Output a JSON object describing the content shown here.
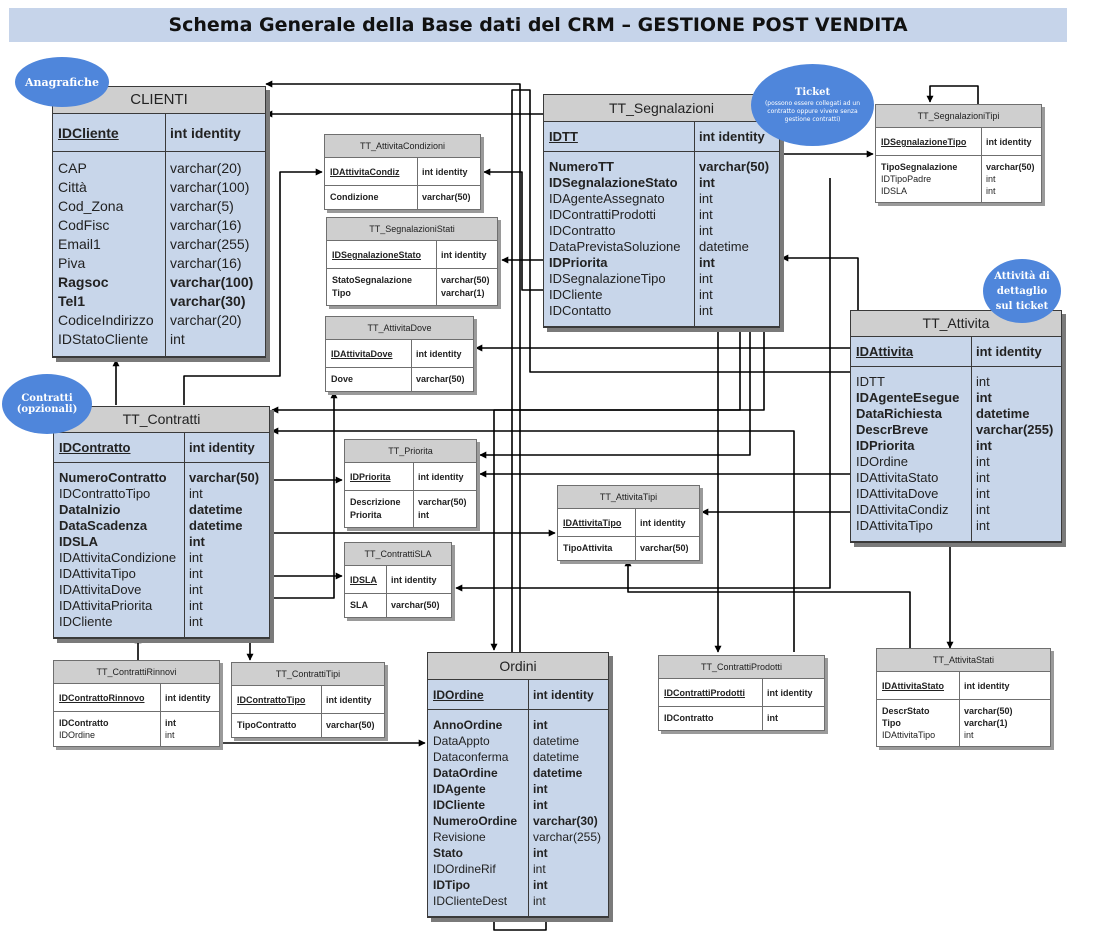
{
  "title": "Schema Generale della Base dati del CRM – GESTIONE POST VENDITA",
  "colors": {
    "title_band": "#c6d4ea",
    "main_table_fill": "#c8d6ea",
    "header_fill": "#cfcfcf",
    "bubble": "#4f86db"
  },
  "bubbles": {
    "anagrafiche": "Anagrafiche",
    "contratti": "Contratti (opzionali)",
    "ticket_title": "Ticket",
    "ticket_sub": "(possono essere collegati ad un contratto oppure vivere senza gestione contratti)",
    "attivita": "Attività di dettaglio sul ticket"
  },
  "tables": [
    {
      "id": "clienti",
      "name": "CLIENTI",
      "sections": [
        [
          [
            "IDCliente",
            "int identity",
            "pk"
          ]
        ],
        [
          [
            "CAP",
            "varchar(20)",
            ""
          ],
          [
            "Città",
            "varchar(100)",
            ""
          ],
          [
            "Cod_Zona",
            "varchar(5)",
            ""
          ],
          [
            "CodFisc",
            "varchar(16)",
            ""
          ],
          [
            "Email1",
            "varchar(255)",
            ""
          ],
          [
            "Piva",
            "varchar(16)",
            ""
          ],
          [
            "Ragsoc",
            "varchar(100)",
            "b"
          ],
          [
            "Tel1",
            "varchar(30)",
            "b"
          ],
          [
            "CodiceIndirizzo",
            "varchar(20)",
            ""
          ],
          [
            "IDStatoCliente",
            "int",
            ""
          ]
        ]
      ]
    },
    {
      "id": "contratti",
      "name": "TT_Contratti",
      "sections": [
        [
          [
            "IDContratto",
            "int identity",
            "pk"
          ]
        ],
        [
          [
            "NumeroContratto",
            "varchar(50)",
            "b"
          ],
          [
            "IDContrattoTipo",
            "int",
            ""
          ],
          [
            "DataInizio",
            "datetime",
            "b"
          ],
          [
            "DataScadenza",
            "datetime",
            "b"
          ],
          [
            "IDSLA",
            "int",
            "b"
          ],
          [
            "IDAttivitaCondizione",
            "int",
            ""
          ],
          [
            "IDAttivitaTipo",
            "int",
            ""
          ],
          [
            "IDAttivitaDove",
            "int",
            ""
          ],
          [
            "IDAttivitaPriorita",
            "int",
            ""
          ],
          [
            "IDCliente",
            "int",
            ""
          ]
        ]
      ]
    },
    {
      "id": "segnalazioni",
      "name": "TT_Segnalazioni",
      "sections": [
        [
          [
            "IDTT",
            "int identity",
            "pk"
          ]
        ],
        [
          [
            "NumeroTT",
            "varchar(50)",
            "b"
          ],
          [
            "IDSegnalazioneStato",
            "int",
            "b"
          ],
          [
            "IDAgenteAssegnato",
            "int",
            ""
          ],
          [
            "IDContrattiProdotti",
            "int",
            ""
          ],
          [
            "IDContratto",
            "int",
            ""
          ],
          [
            "DataPrevistaSoluzione",
            "datetime",
            ""
          ],
          [
            "IDPriorita",
            "int",
            "b"
          ],
          [
            "IDSegnalazioneTipo",
            "int",
            ""
          ],
          [
            "IDCliente",
            "int",
            ""
          ],
          [
            "IDContatto",
            "int",
            ""
          ]
        ]
      ]
    },
    {
      "id": "attivita",
      "name": "TT_Attivita",
      "sections": [
        [
          [
            "IDAttivita",
            "int identity",
            "pk"
          ]
        ],
        [
          [
            "IDTT",
            "int",
            ""
          ],
          [
            "IDAgenteEsegue",
            "int",
            "b"
          ],
          [
            "DataRichiesta",
            "datetime",
            "b"
          ],
          [
            "DescrBreve",
            "varchar(255)",
            "b"
          ],
          [
            "IDPriorita",
            "int",
            "b"
          ],
          [
            "IDOrdine",
            "int",
            ""
          ],
          [
            "IDAttivitaStato",
            "int",
            ""
          ],
          [
            "IDAttivitaDove",
            "int",
            ""
          ],
          [
            "IDAttivitaCondiz",
            "int",
            ""
          ],
          [
            "IDAttivitaTipo",
            "int",
            ""
          ]
        ]
      ]
    },
    {
      "id": "ordini",
      "name": "Ordini",
      "sections": [
        [
          [
            "IDOrdine",
            "int identity",
            "pk"
          ]
        ],
        [
          [
            "AnnoOrdine",
            "int",
            "b"
          ],
          [
            "DataAppto",
            "datetime",
            ""
          ],
          [
            "Dataconferma",
            "datetime",
            ""
          ],
          [
            "DataOrdine",
            "datetime",
            "b"
          ],
          [
            "IDAgente",
            "int",
            "b"
          ],
          [
            "IDCliente",
            "int",
            "b"
          ],
          [
            "NumeroOrdine",
            "varchar(30)",
            "b"
          ],
          [
            "Revisione",
            "varchar(255)",
            ""
          ],
          [
            "Stato",
            "int",
            "b"
          ],
          [
            "IDOrdineRif",
            "int",
            ""
          ],
          [
            "IDTipo",
            "int",
            "b"
          ],
          [
            "IDClienteDest",
            "int",
            ""
          ]
        ]
      ]
    },
    {
      "id": "attcond",
      "name": "TT_AttivitaCondizioni",
      "sections": [
        [
          [
            "IDAttivitaCondiz",
            "int identity",
            "pk"
          ]
        ],
        [
          [
            "Condizione",
            "varchar(50)",
            "b"
          ]
        ]
      ]
    },
    {
      "id": "segnstati",
      "name": "TT_SegnalazioniStati",
      "sections": [
        [
          [
            "IDSegnalazioneStato",
            "int identity",
            "pk"
          ]
        ],
        [
          [
            "StatoSegnalazione",
            "varchar(50)",
            "b"
          ],
          [
            "Tipo",
            "varchar(1)",
            "b"
          ]
        ]
      ]
    },
    {
      "id": "attdove",
      "name": "TT_AttivitaDove",
      "sections": [
        [
          [
            "IDAttivitaDove",
            "int identity",
            "pk"
          ]
        ],
        [
          [
            "Dove",
            "varchar(50)",
            "b"
          ]
        ]
      ]
    },
    {
      "id": "priorita",
      "name": "TT_Priorita",
      "sections": [
        [
          [
            "IDPriorita",
            "int identity",
            "pk"
          ]
        ],
        [
          [
            "Descrizione",
            "varchar(50)",
            "b"
          ],
          [
            "Priorita",
            "int",
            "b"
          ]
        ]
      ]
    },
    {
      "id": "atttipi",
      "name": "TT_AttivitaTipi",
      "sections": [
        [
          [
            "IDAttivitaTipo",
            "int identity",
            "pk"
          ]
        ],
        [
          [
            "TipoAttivita",
            "varchar(50)",
            "b"
          ]
        ]
      ]
    },
    {
      "id": "contrsla",
      "name": "TT_ContrattiSLA",
      "sections": [
        [
          [
            "IDSLA",
            "int identity",
            "pk"
          ]
        ],
        [
          [
            "SLA",
            "varchar(50)",
            "b"
          ]
        ]
      ]
    },
    {
      "id": "segntipi",
      "name": "TT_SegnalazioniTipi",
      "sections": [
        [
          [
            "IDSegnalazioneTipo",
            "int identity",
            "pk"
          ]
        ],
        [
          [
            "TipoSegnalazione",
            "varchar(50)",
            "b"
          ],
          [
            "IDTipoPadre",
            "int",
            ""
          ],
          [
            "IDSLA",
            "int",
            ""
          ]
        ]
      ]
    },
    {
      "id": "rinnovi",
      "name": "TT_ContrattiRinnovi",
      "sections": [
        [
          [
            "IDContrattoRinnovo",
            "int identity",
            "pk"
          ]
        ],
        [
          [
            "IDContratto",
            "int",
            "b"
          ],
          [
            "IDOrdine",
            "int",
            ""
          ]
        ]
      ]
    },
    {
      "id": "contrtipi",
      "name": "TT_ContrattiTipi",
      "sections": [
        [
          [
            "IDContrattoTipo",
            "int identity",
            "pk"
          ]
        ],
        [
          [
            "TipoContratto",
            "varchar(50)",
            "b"
          ]
        ]
      ]
    },
    {
      "id": "contrprod",
      "name": "TT_ContrattiProdotti",
      "sections": [
        [
          [
            "IDContrattiProdotti",
            "int identity",
            "pk"
          ]
        ],
        [
          [
            "IDContratto",
            "int",
            "b"
          ]
        ]
      ]
    },
    {
      "id": "attstati",
      "name": "TT_AttivitaStati",
      "sections": [
        [
          [
            "IDAttivitaStato",
            "int identity",
            "pk"
          ]
        ],
        [
          [
            "DescrStato",
            "varchar(50)",
            "b"
          ],
          [
            "Tipo",
            "varchar(1)",
            "b"
          ],
          [
            "IDAttivitaTipo",
            "int",
            ""
          ]
        ]
      ]
    }
  ]
}
